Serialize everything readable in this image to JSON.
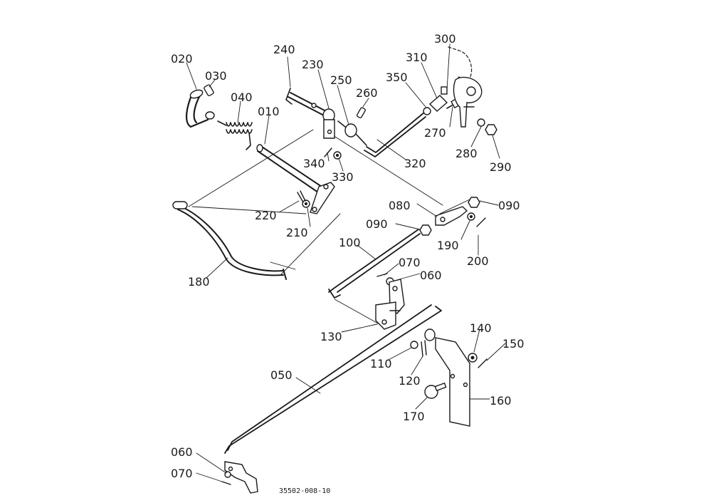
{
  "diagram": {
    "reference_code": "35502-008-10",
    "parts": [
      {
        "id": "010",
        "label": "010"
      },
      {
        "id": "020",
        "label": "020"
      },
      {
        "id": "030",
        "label": "030"
      },
      {
        "id": "040",
        "label": "040"
      },
      {
        "id": "050",
        "label": "050"
      },
      {
        "id": "060a",
        "label": "060"
      },
      {
        "id": "060b",
        "label": "060"
      },
      {
        "id": "070a",
        "label": "070"
      },
      {
        "id": "070b",
        "label": "070"
      },
      {
        "id": "080",
        "label": "080"
      },
      {
        "id": "090a",
        "label": "090"
      },
      {
        "id": "090b",
        "label": "090"
      },
      {
        "id": "100",
        "label": "100"
      },
      {
        "id": "110",
        "label": "110"
      },
      {
        "id": "120",
        "label": "120"
      },
      {
        "id": "130",
        "label": "130"
      },
      {
        "id": "140",
        "label": "140"
      },
      {
        "id": "150",
        "label": "150"
      },
      {
        "id": "160",
        "label": "160"
      },
      {
        "id": "170",
        "label": "170"
      },
      {
        "id": "180",
        "label": "180"
      },
      {
        "id": "190",
        "label": "190"
      },
      {
        "id": "200",
        "label": "200"
      },
      {
        "id": "210",
        "label": "210"
      },
      {
        "id": "220",
        "label": "220"
      },
      {
        "id": "230",
        "label": "230"
      },
      {
        "id": "240",
        "label": "240"
      },
      {
        "id": "250",
        "label": "250"
      },
      {
        "id": "260",
        "label": "260"
      },
      {
        "id": "270",
        "label": "270"
      },
      {
        "id": "280",
        "label": "280"
      },
      {
        "id": "290",
        "label": "290"
      },
      {
        "id": "300",
        "label": "300"
      },
      {
        "id": "310",
        "label": "310"
      },
      {
        "id": "320",
        "label": "320"
      },
      {
        "id": "330",
        "label": "330"
      },
      {
        "id": "340",
        "label": "340"
      },
      {
        "id": "350",
        "label": "350"
      }
    ]
  }
}
